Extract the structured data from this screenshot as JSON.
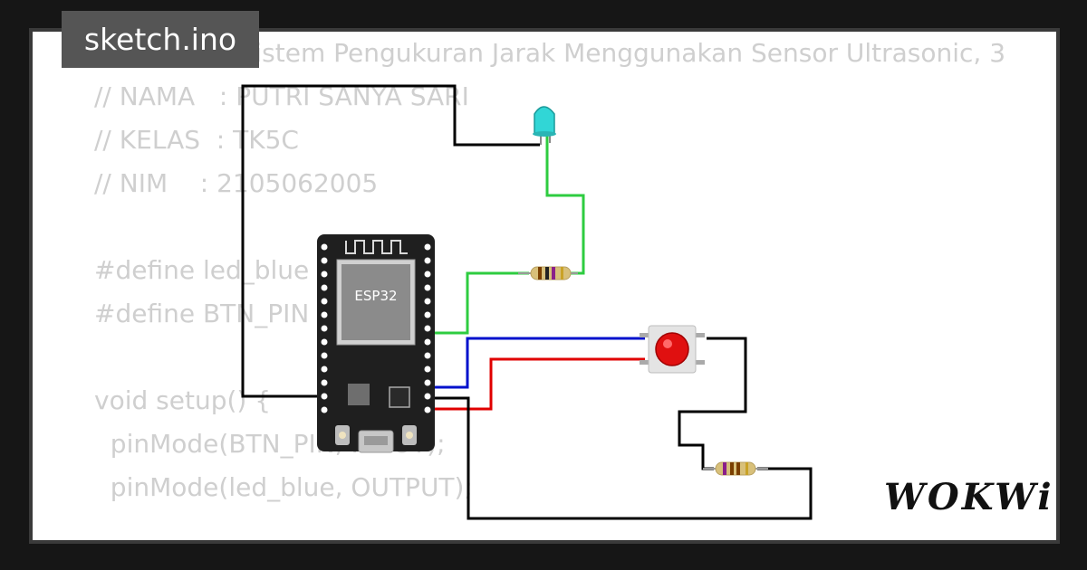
{
  "file_tab": {
    "label": "sketch.ino"
  },
  "code_lines": [
    "// TUGAS 2 Sistem Pengukuran Jarak Menggunakan Sensor Ultrasonic, 3",
    "// NAMA   : PUTRI SANYA SARI",
    "// KELAS  : TK5C",
    "// NIM    : 2105062005",
    "",
    "#define led_blue 5",
    "#define BTN_PIN 1",
    "",
    "void setup() {",
    "  pinMode(BTN_PIN, INPUT);",
    "  pinMode(led_blue, OUTPUT);"
  ],
  "board": {
    "chip_label": "ESP32"
  },
  "logo": {
    "text": "WOKWi"
  },
  "colors": {
    "card_bg": "#ffffff",
    "code_text": "#cfcfcf",
    "board": "#1f1f1f",
    "wire_black": "#000000",
    "wire_green": "#2ecc40",
    "wire_blue": "#0011cc",
    "wire_red": "#e00000",
    "led": "#31d6d6",
    "button": "#e01010"
  },
  "icons": [
    "esp32-board-icon",
    "blue-led-icon",
    "resistor-icon",
    "pushbutton-icon",
    "wokwi-logo-icon"
  ]
}
